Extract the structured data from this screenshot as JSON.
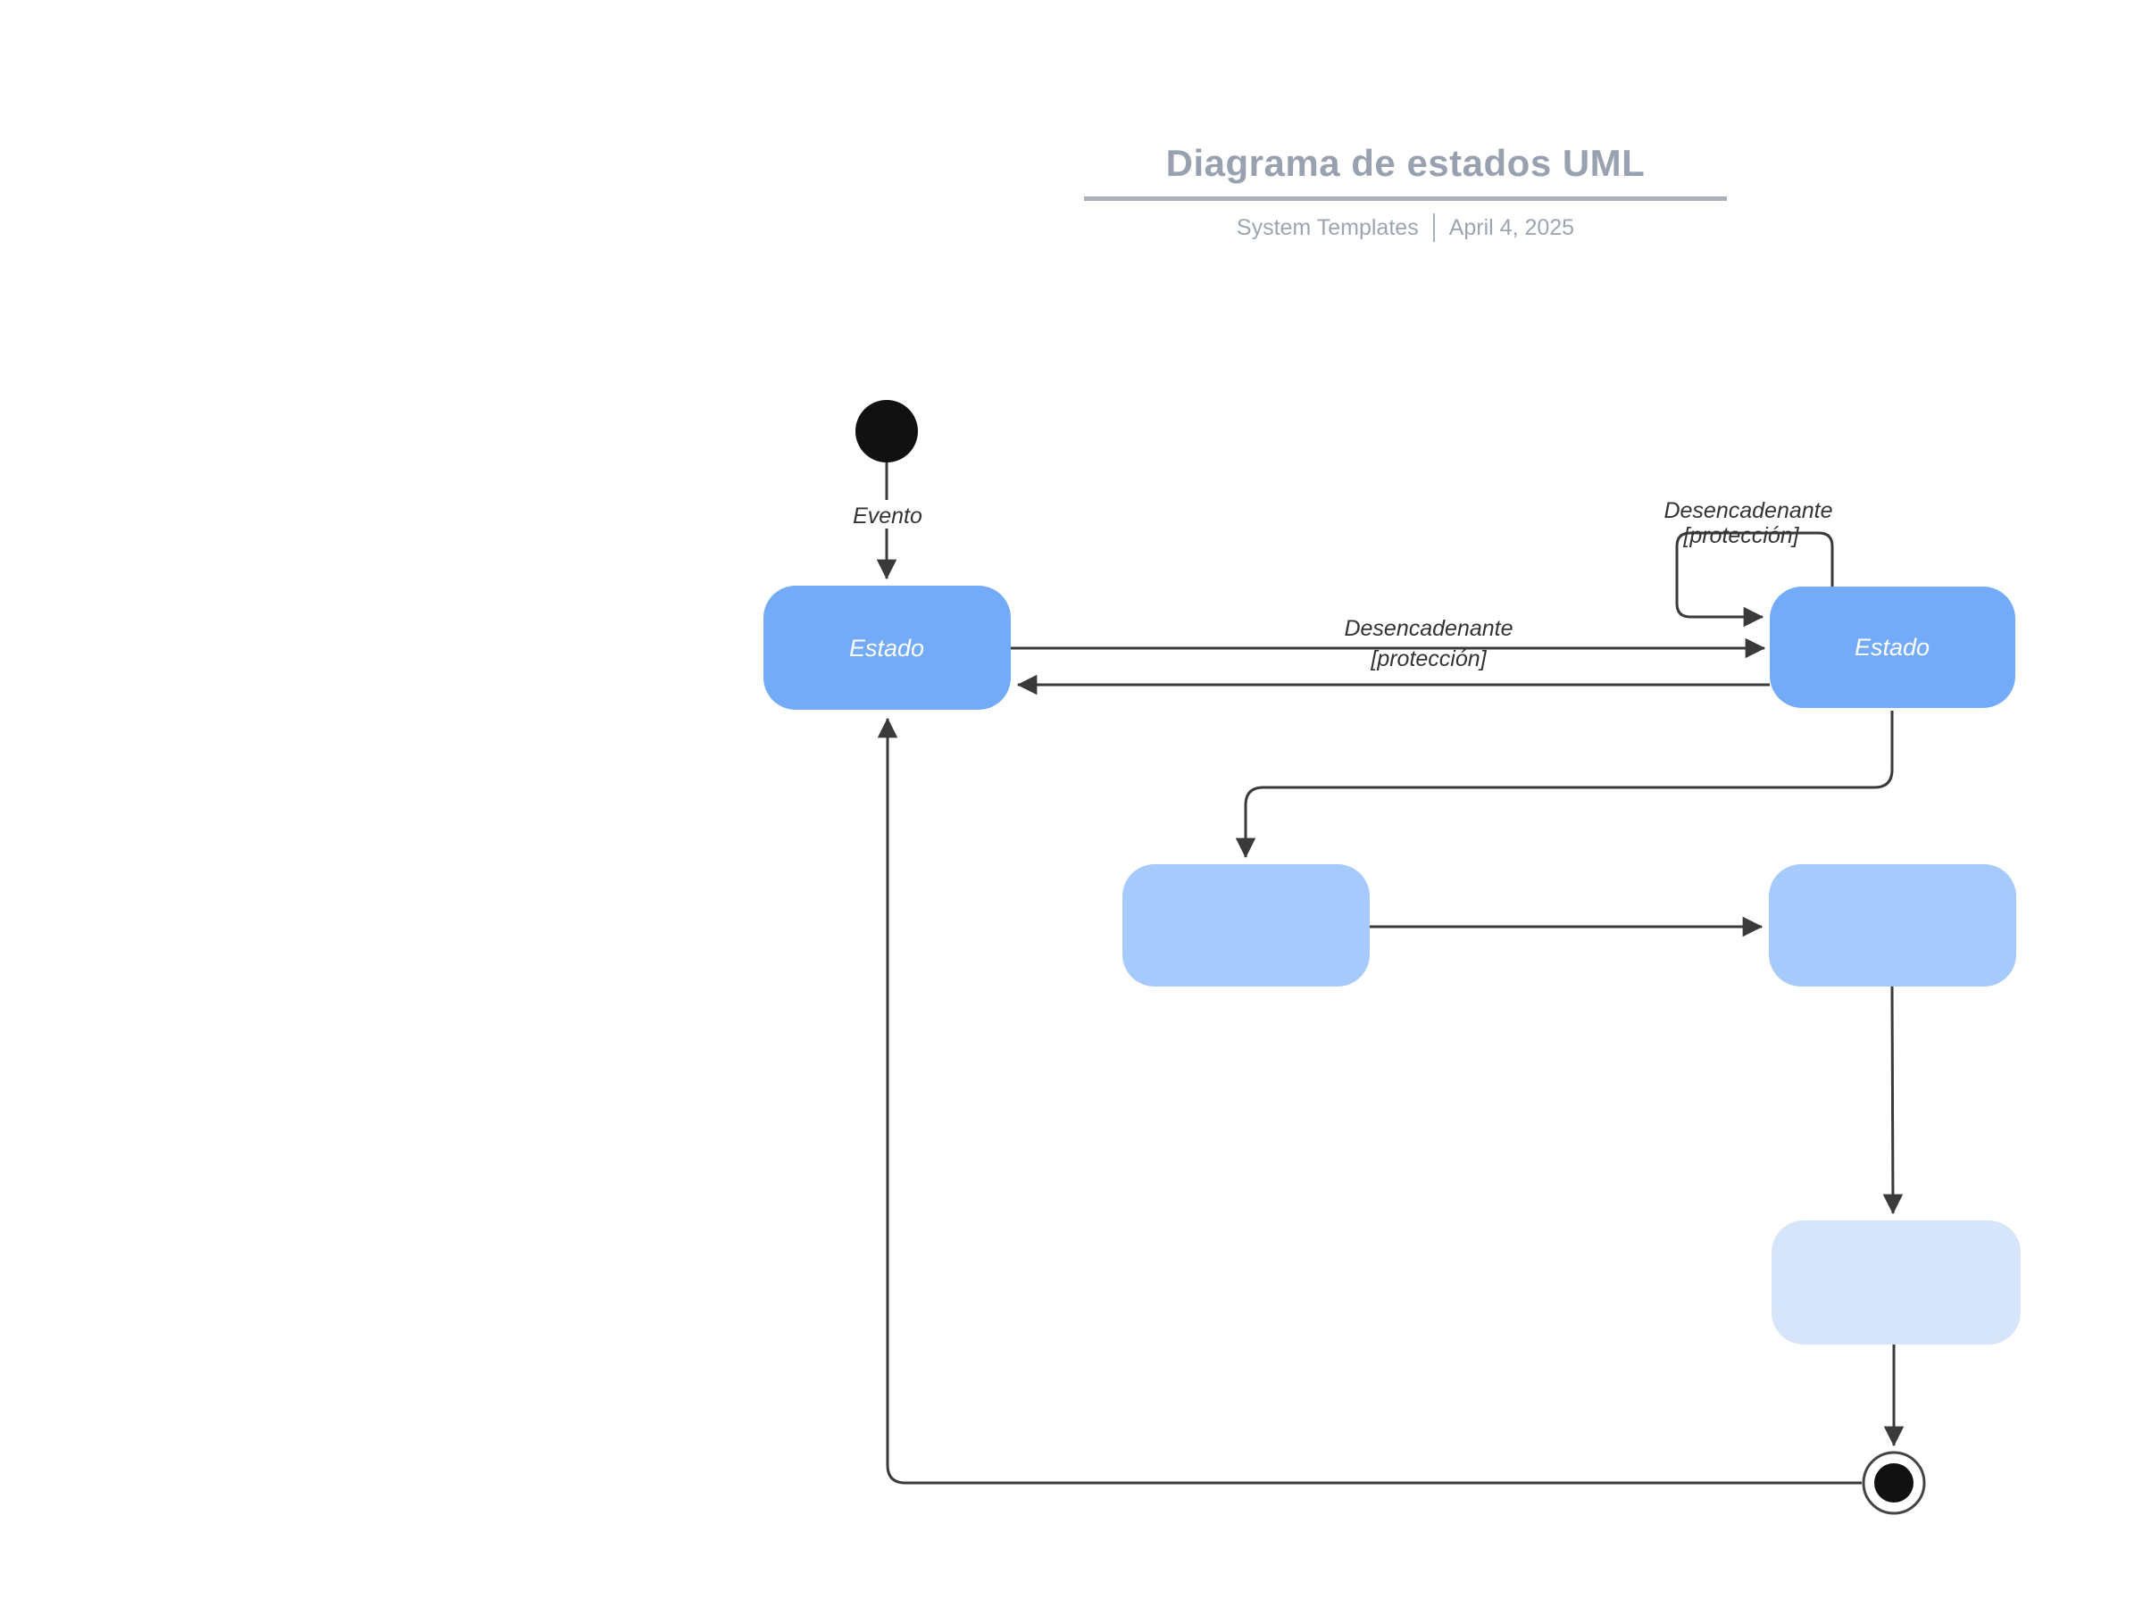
{
  "header": {
    "title": "Diagrama de estados UML",
    "subtitle": {
      "left": "System Templates",
      "right": "April 4, 2025"
    }
  },
  "diagram": {
    "nodes": {
      "initial": {
        "type": "initial-state"
      },
      "state_left": {
        "label": "Estado"
      },
      "state_right": {
        "label": "Estado"
      },
      "state_mid_left": {
        "label": ""
      },
      "state_mid_right": {
        "label": ""
      },
      "state_bottom": {
        "label": ""
      },
      "final": {
        "type": "final-state"
      }
    },
    "edges": {
      "initial_to_left": {
        "label": "Evento"
      },
      "left_to_right": {
        "label_line1": "Desencadenante",
        "label_line2": "[protección]"
      },
      "right_to_left_return": {
        "label": ""
      },
      "self_loop_right": {
        "label_line1": "Desencadenante",
        "label_line2": "[protección]"
      },
      "right_to_mid_left": {
        "label": ""
      },
      "mid_left_to_mid_right": {
        "label": ""
      },
      "mid_right_to_bottom": {
        "label": ""
      },
      "bottom_to_final": {
        "label": ""
      },
      "final_to_left_return": {
        "label": ""
      }
    },
    "colors": {
      "state_primary": "#74ABF8",
      "state_secondary": "#A6CAFB",
      "state_tertiary": "#D7E5FB",
      "edge": "#3A3A3A",
      "state_text": "#FFFFFF",
      "header_text": "#98A1AF",
      "header_rule": "#A9B1BC"
    }
  }
}
